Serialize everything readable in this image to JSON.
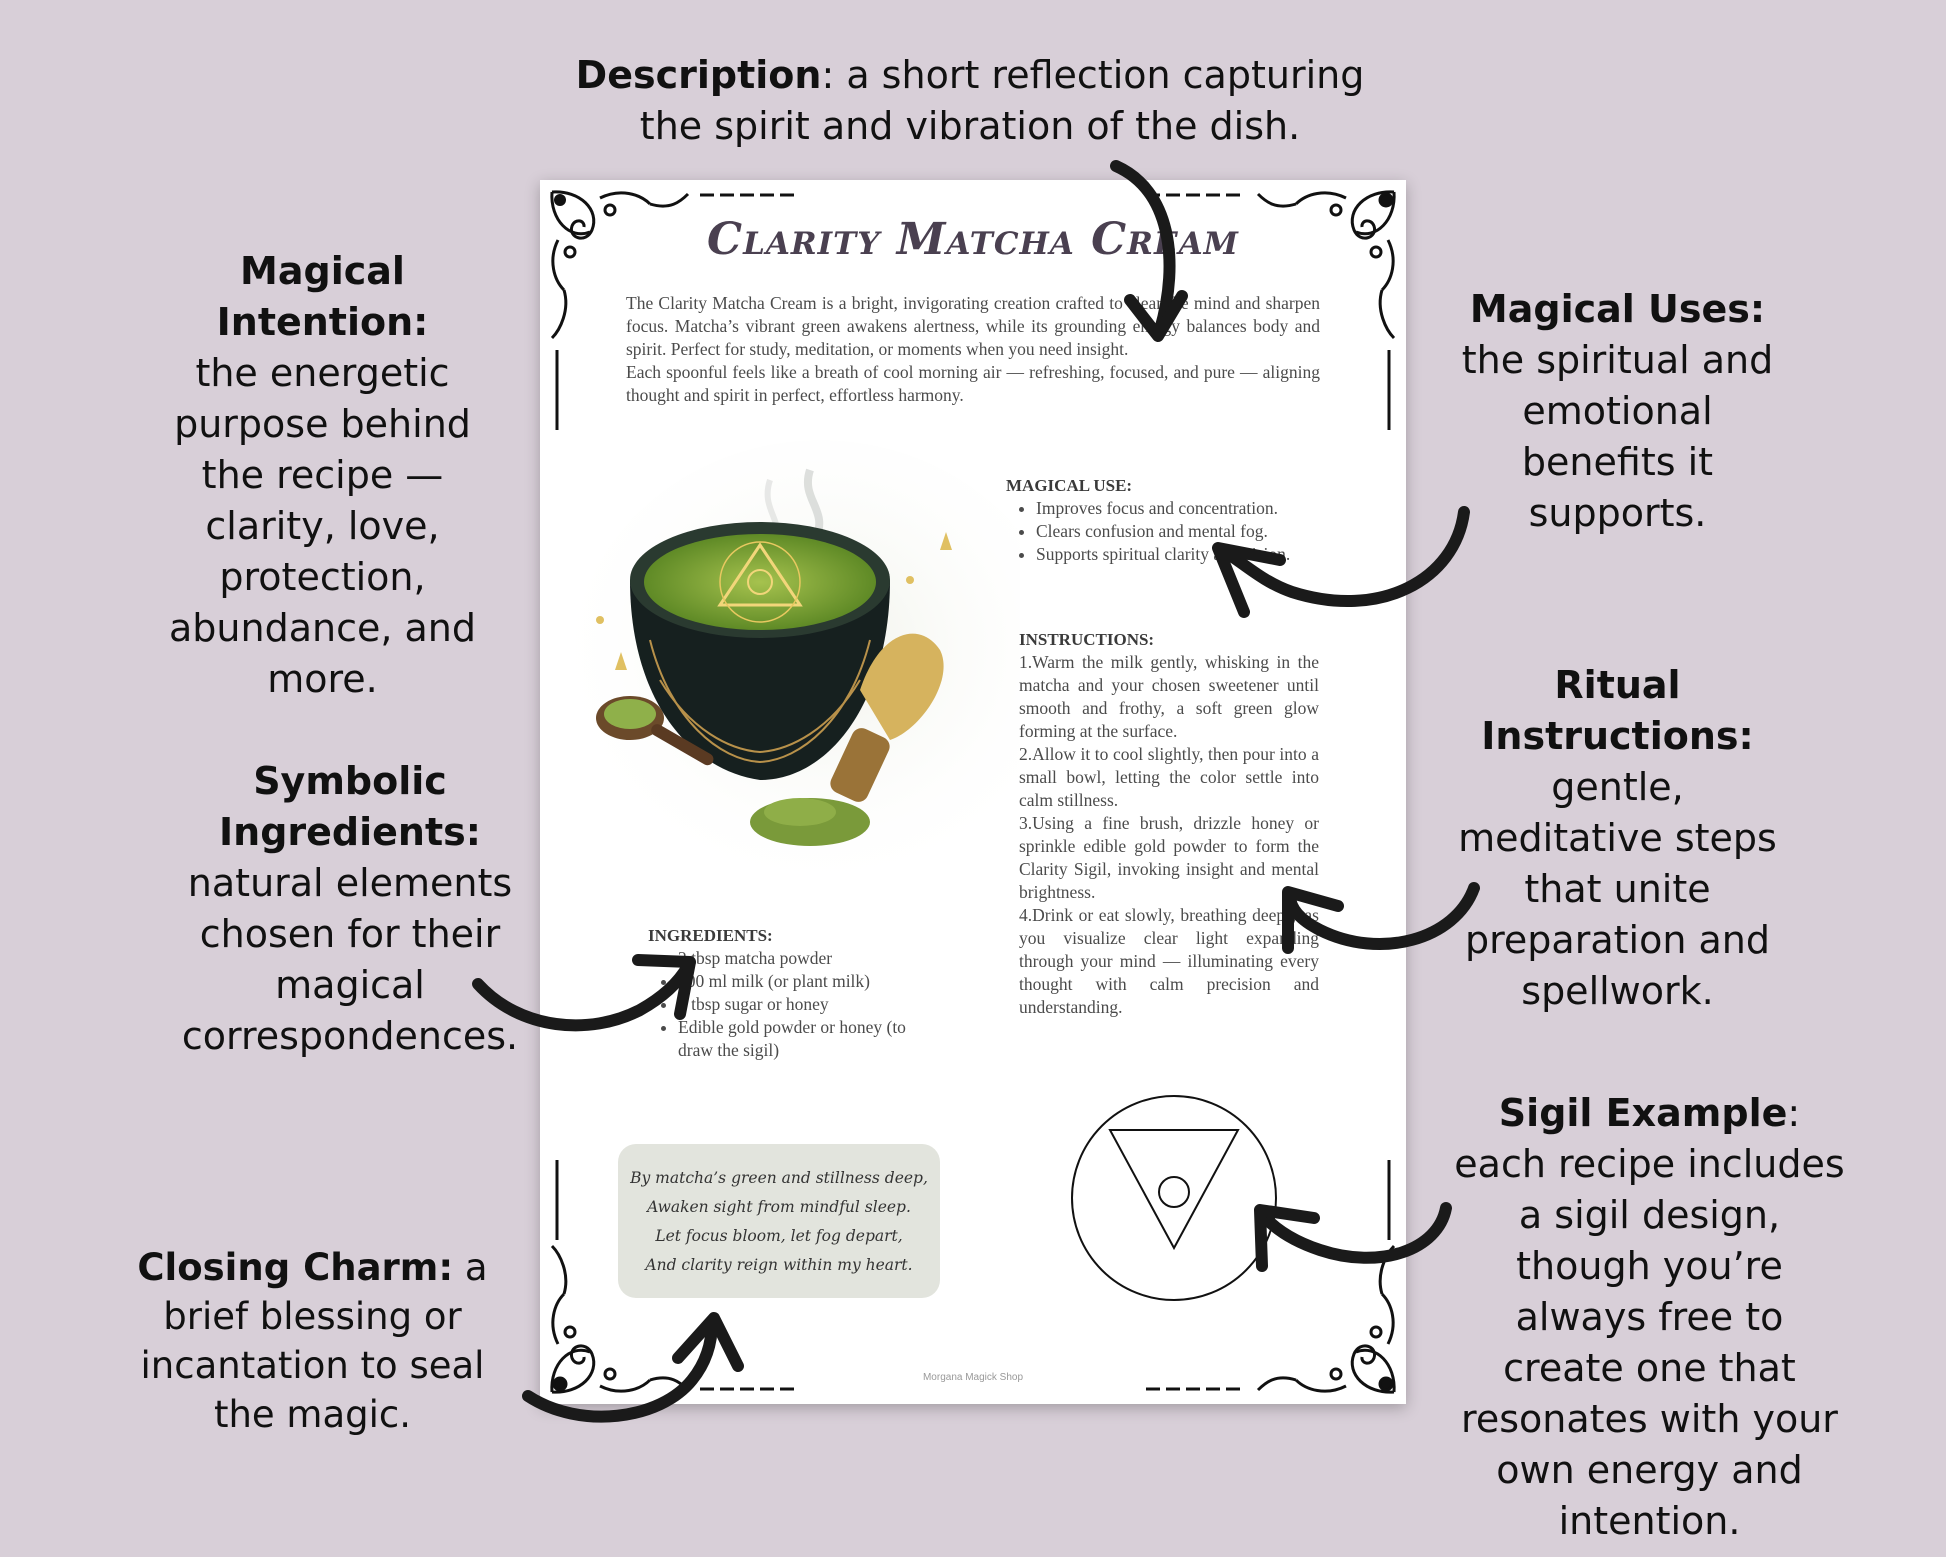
{
  "callouts": {
    "description": {
      "title": "Description",
      "text": ": a short reflection capturing the spirit and vibration of the dish."
    },
    "intention": {
      "title": "Magical Intention:",
      "text": "the energetic purpose behind the recipe — clarity, love, protection, abundance, and more."
    },
    "uses": {
      "title": "Magical Uses:",
      "text": "the spiritual and emotional benefits it supports."
    },
    "ingredients": {
      "title": "Symbolic Ingredients:",
      "text": "natural elements chosen for their magical correspondences."
    },
    "instructions": {
      "title": "Ritual Instructions:",
      "text": "gentle, meditative steps that unite preparation and spellwork."
    },
    "charm": {
      "title": "Closing Charm:",
      "text": " a brief blessing or incantation to seal the magic."
    },
    "sigil": {
      "title": "Sigil Example",
      "text": ": each recipe includes a sigil design, though you’re always free to create one that resonates with your own energy and intention."
    }
  },
  "recipe": {
    "title": "Clarity Matcha Cream",
    "description_p1": "The Clarity Matcha Cream is a bright, invigorating creation crafted to clear the mind and sharpen focus. Matcha’s vibrant green awakens alertness, while its grounding energy balances body and spirit. Perfect for study, meditation, or moments when you need insight.",
    "description_p2": "Each spoonful feels like a breath of cool morning air — refreshing, focused, and pure — aligning thought and spirit in perfect, effortless harmony.",
    "magical_use_heading": "MAGICAL USE:",
    "magical_use": [
      "Improves focus and concentration.",
      "Clears confusion and mental fog.",
      "Supports spiritual clarity and vision."
    ],
    "instructions_heading": "INSTRUCTIONS:",
    "instructions": [
      "1.Warm the milk gently, whisking in the matcha and your chosen sweetener until smooth and frothy, a soft green glow forming at the surface.",
      "2.Allow it to cool slightly, then pour into a small bowl, letting the color settle into calm stillness.",
      "3.Using a fine brush, drizzle honey or sprinkle edible gold powder to form the Clarity Sigil, invoking insight and mental brightness.",
      "4.Drink or eat slowly, breathing deeply as you visualize clear light expanding through your mind — illuminating every thought with calm precision and understanding."
    ],
    "ingredients_heading": "INGREDIENTS:",
    "ingredients": [
      "2 tbsp matcha powder",
      "300 ml milk (or plant milk)",
      "2 tbsp sugar or honey",
      "Edible gold powder or honey (to draw the sigil)"
    ],
    "charm_lines": [
      "By matcha’s green and stillness deep,",
      "Awaken sight from mindful sleep.",
      "Let focus bloom, let fog depart,",
      "And clarity reign within my heart."
    ],
    "shop": "Morgana Magick Shop"
  },
  "colors": {
    "background": "#d8cfd8",
    "matcha": "#7fa43a",
    "gold": "#d8b34a",
    "charm_box": "#e2e4dd"
  }
}
